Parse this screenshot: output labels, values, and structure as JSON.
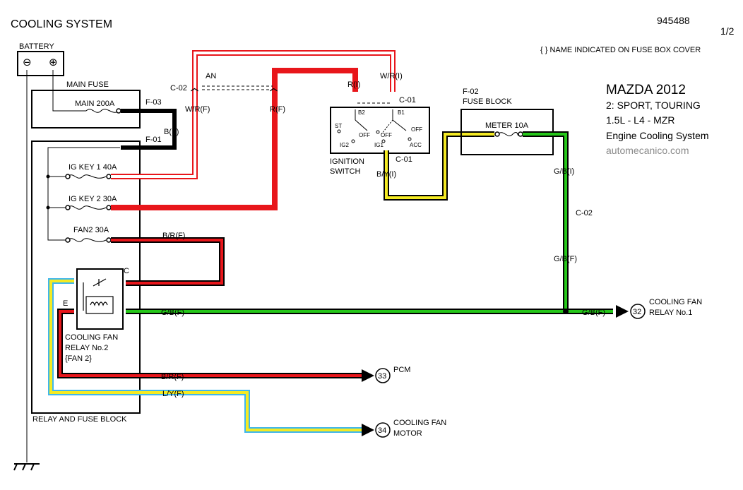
{
  "header": {
    "title": "COOLING SYSTEM",
    "code": "945488",
    "page": "1/2",
    "note": "{ } NAME INDICATED ON FUSE BOX COVER"
  },
  "vehicle": {
    "make": "MAZDA 2012",
    "trim": "2: SPORT, TOURING",
    "engine": "1.5L - L4 - MZR",
    "system": "Engine Cooling System",
    "site": "automecanico.com"
  },
  "battery": {
    "label": "BATTERY",
    "neg": "⊖",
    "pos": "⊕"
  },
  "main_fuse": {
    "label": "MAIN FUSE",
    "fuse": "MAIN 200A",
    "conn_f03": "F-03",
    "conn_f01": "F-01",
    "wire_b": "B(F)"
  },
  "relay_fuse_block": {
    "label": "RELAY AND FUSE BLOCK",
    "fuse_ig1": "IG KEY 1 40A",
    "fuse_ig2": "IG KEY 2 30A",
    "fuse_fan2": "FAN2 30A",
    "relay_name_1": "COOLING FAN",
    "relay_name_2": "RELAY No.2",
    "relay_name_3": "{FAN 2}",
    "pin_c": "C",
    "pin_e": "E"
  },
  "connectors": {
    "c02": "C-02",
    "an": "AN",
    "c01_top": "C-01",
    "c01_bottom": "C-01",
    "c02_right": "C-02"
  },
  "wires": {
    "wr_f": "W/R(F)",
    "r_f": "R(F)",
    "r_i": "R(I)",
    "wr_i": "W/R(I)",
    "by_i": "B/Y(I)",
    "gb_i": "G/B(I)",
    "gb_f_vertical": "G/B(F)",
    "br_f_top": "B/R(F)",
    "gb_f_relay": "G/B(F)",
    "gb_f_right": "G/B(F)",
    "br_f_pcm": "B/R(F)",
    "ly_f": "L/Y(F)"
  },
  "ignition": {
    "label_1": "IGNITION",
    "label_2": "SWITCH",
    "b2": "B2",
    "b1": "B1",
    "st": "ST",
    "off_1": "OFF",
    "off_2": "OFF",
    "off_3": "OFF",
    "ig2": "IG2",
    "ig1": "IG1",
    "acc": "ACC"
  },
  "fuse_block_f02": {
    "conn": "F-02",
    "label": "FUSE BLOCK",
    "fuse": "METER 10A"
  },
  "destinations": {
    "d32_num": "32",
    "d32_line1": "COOLING FAN",
    "d32_line2": "RELAY No.1",
    "d33_num": "33",
    "d33_label": "PCM",
    "d34_num": "34",
    "d34_line1": "COOLING FAN",
    "d34_line2": "MOTOR"
  },
  "colors": {
    "red": "#e8161b",
    "yellow": "#f4ea23",
    "green": "#26c71a",
    "blue": "#3fb7ec",
    "black": "#000000"
  }
}
